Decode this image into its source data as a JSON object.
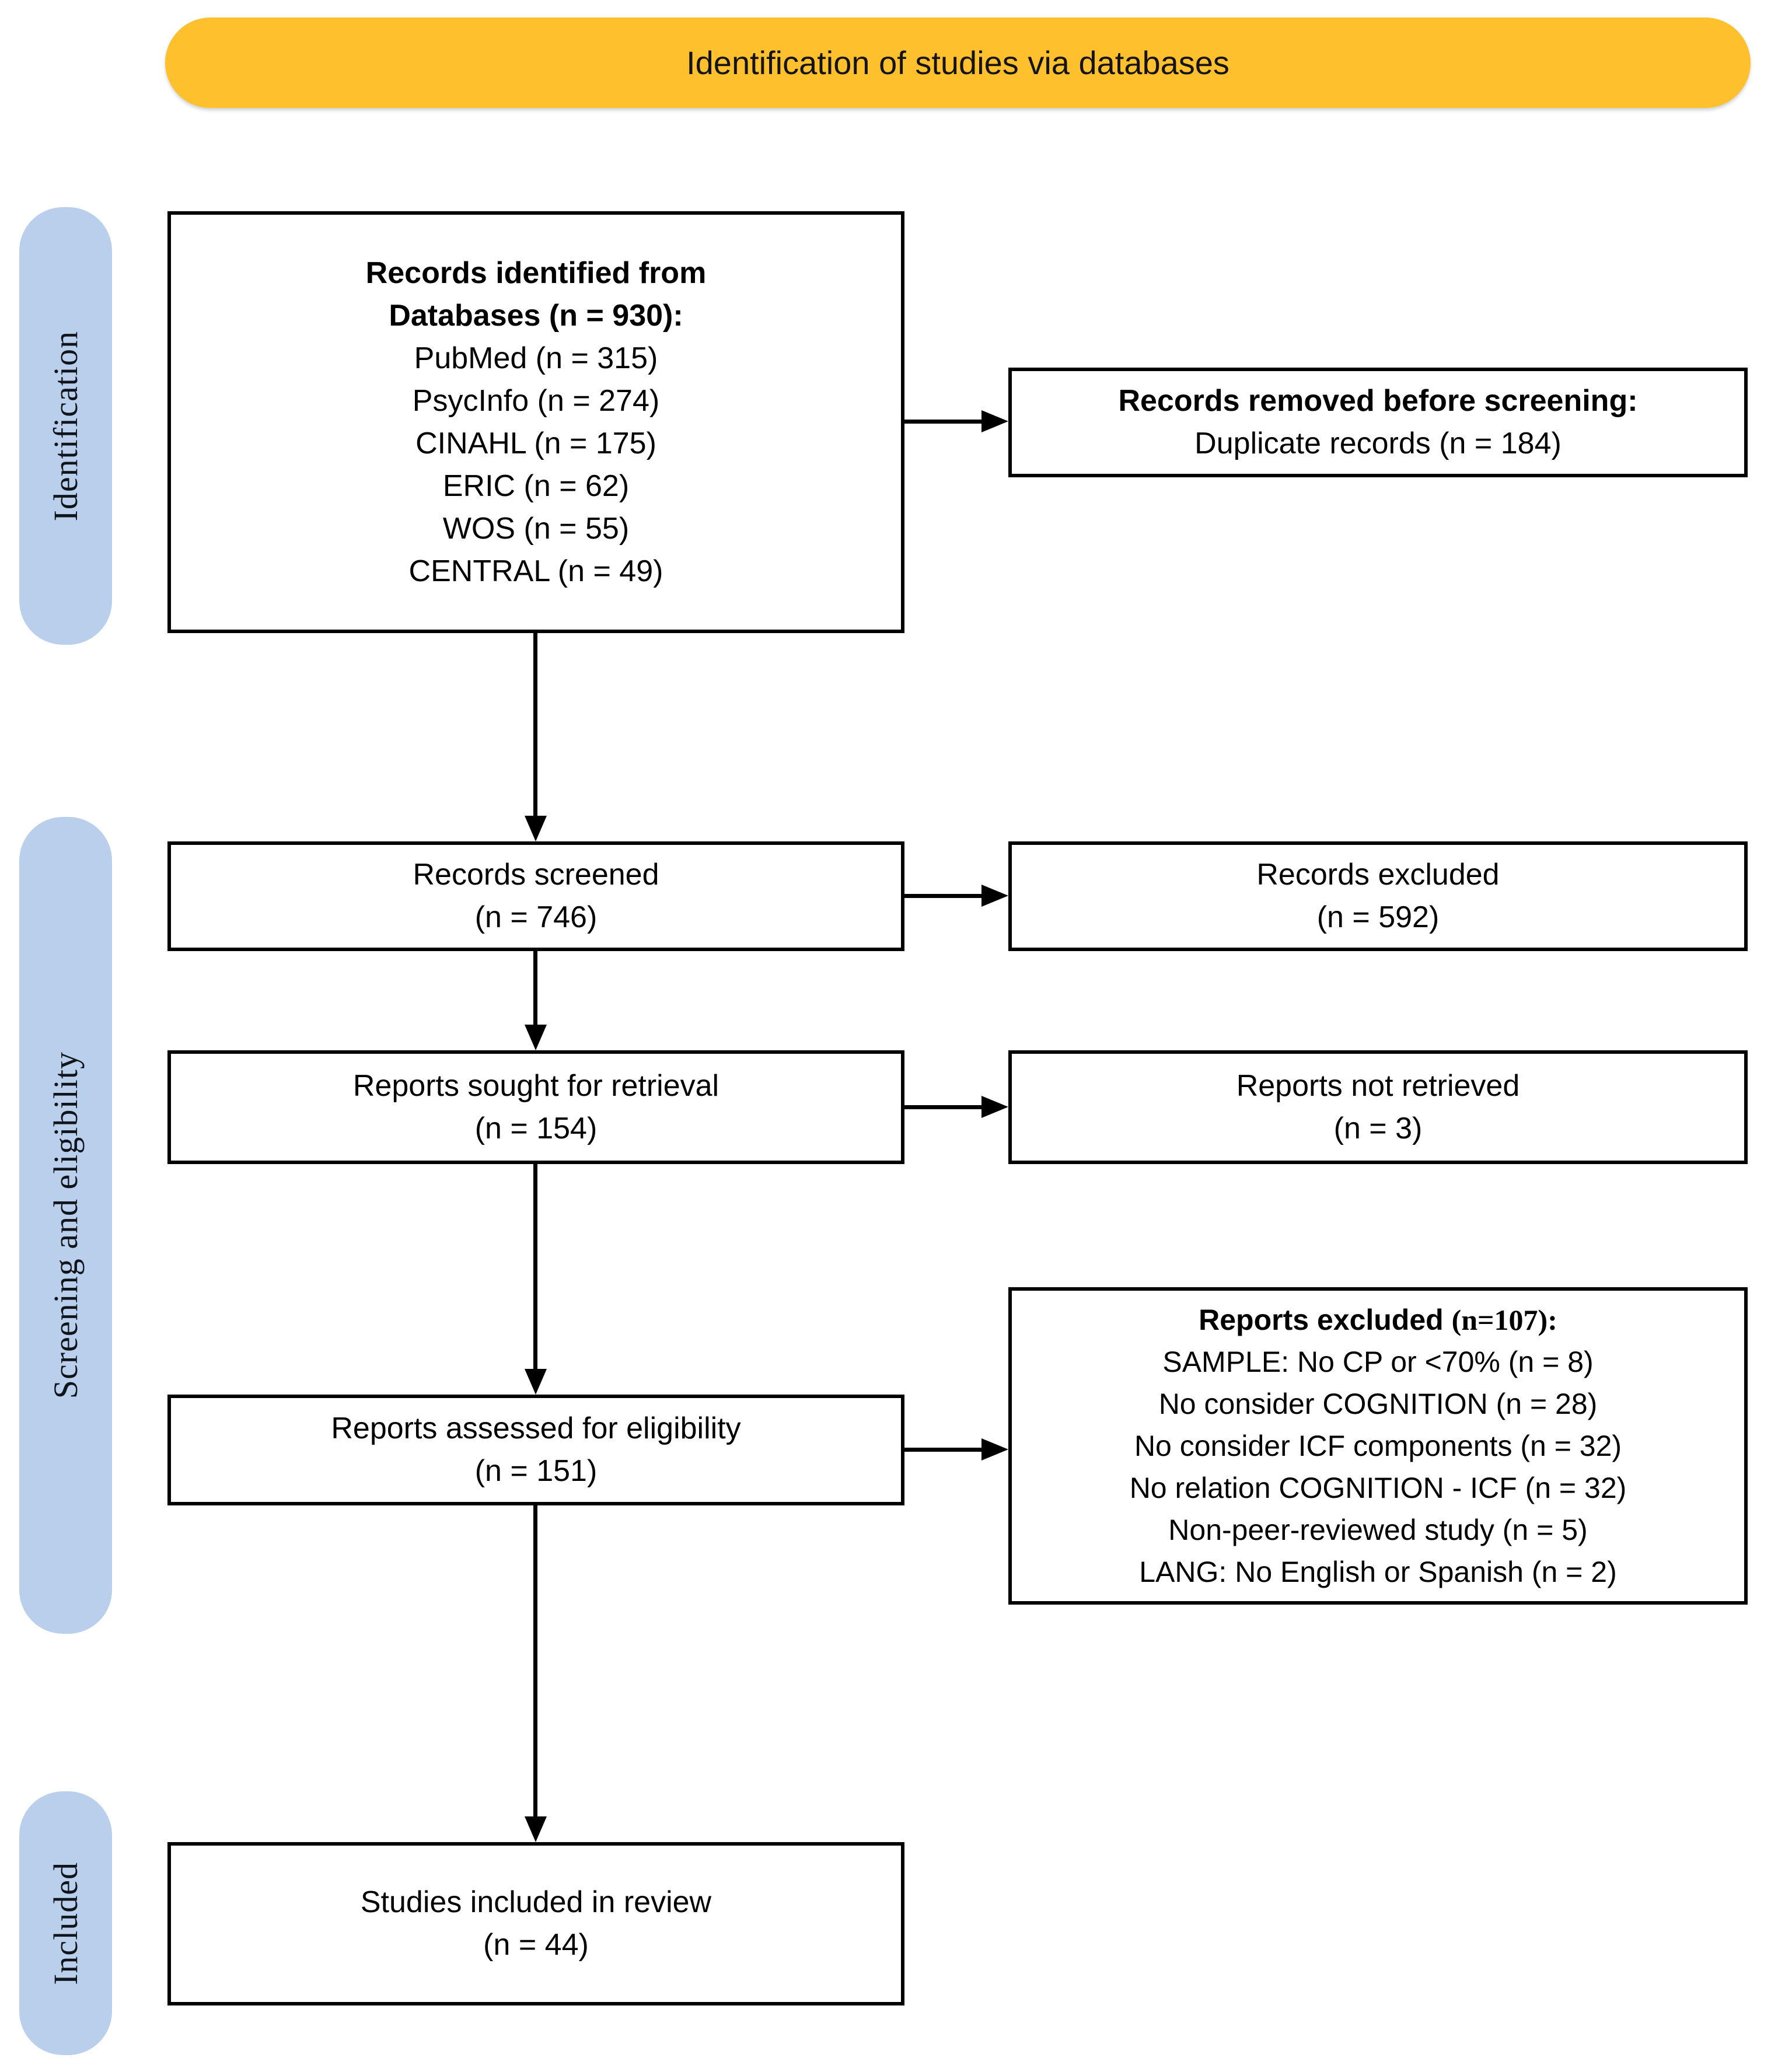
{
  "banner": {
    "label": "Identification of studies via databases"
  },
  "sidebar": {
    "items": [
      {
        "label": "Identification"
      },
      {
        "label": "Screening and eligibility"
      },
      {
        "label": "Included"
      }
    ]
  },
  "colors": {
    "banner_bg": "#fec02d",
    "sidebar_bg": "#bacfec",
    "box_border": "#000000"
  },
  "boxes": {
    "identified": {
      "lines_bold": [
        "Records identified from",
        "Databases (n = 930):"
      ],
      "lines": [
        "PubMed (n = 315)",
        "PsycInfo (n = 274)",
        "CINAHL (n = 175)",
        "ERIC (n = 62)",
        "WOS (n = 55)",
        "CENTRAL (n = 49)"
      ]
    },
    "removed": {
      "title": "Records removed before screening:",
      "line": "Duplicate records (n = 184)"
    },
    "screened": {
      "lines": [
        "Records screened",
        "(n = 746)"
      ]
    },
    "records_excluded": {
      "lines": [
        "Records excluded",
        "(n = 592)"
      ]
    },
    "sought": {
      "lines": [
        "Reports sought for retrieval",
        "(n = 154)"
      ]
    },
    "not_retrieved": {
      "lines": [
        "Reports not retrieved",
        "(n = 3)"
      ]
    },
    "assessed": {
      "lines": [
        "Reports assessed for eligibility",
        "(n = 151)"
      ]
    },
    "reports_excluded": {
      "title_prefix": "Reports excluded ",
      "title_n": "(n=107):",
      "lines": [
        "SAMPLE: No CP or <70% (n = 8)",
        "No consider COGNITION (n = 28)",
        "No consider ICF components (n = 32)",
        "No relation COGNITION - ICF (n = 32)",
        "Non-peer-reviewed study (n = 5)",
        "LANG: No English or Spanish (n = 2)"
      ]
    },
    "included": {
      "lines": [
        "Studies included in review",
        "(n = 44)"
      ]
    }
  }
}
